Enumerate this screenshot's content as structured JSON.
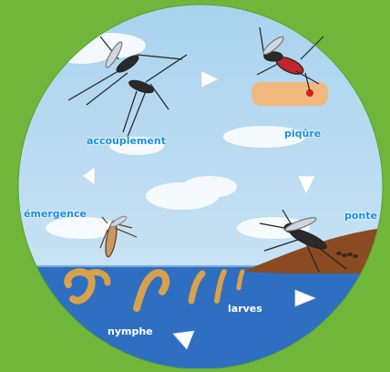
{
  "colors": {
    "background": "#6fb63a",
    "sky": "#a9d2ee",
    "water": "#2f6fc1",
    "label_sky": "#1a8fe0",
    "label_water": "#ffffff",
    "skin": "#f0b87c",
    "soil": "#8a4b22"
  },
  "stages": {
    "accouplement": "accouplement",
    "piqure": "piqûre",
    "ponte": "ponte",
    "larves": "larves",
    "nymphe": "nymphe",
    "emergence": "émergence"
  }
}
